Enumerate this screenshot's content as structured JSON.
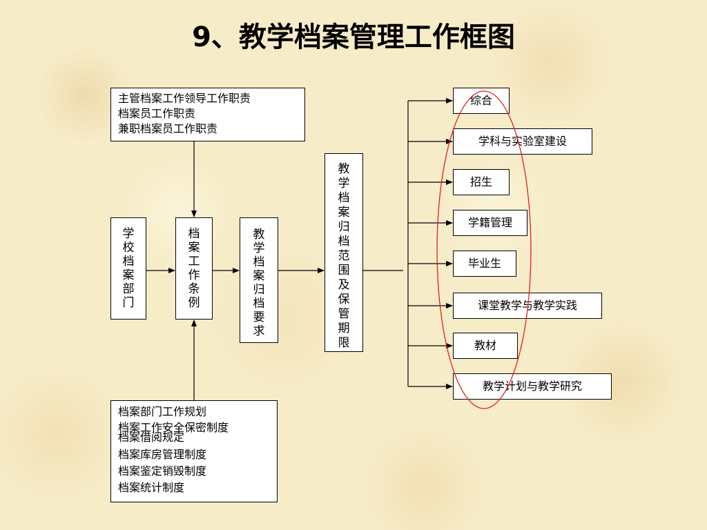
{
  "title": "9、教学档案管理工作框图",
  "responsibilities": [
    "主管档案工作领导工作职责",
    "档案员工作职责",
    "兼职档案员工作职责"
  ],
  "school_dept": "学校档案部门",
  "regulations": "档案工作条例",
  "requirements": "教学档案归档要求",
  "scope": "教学档案归档范围及保管期限",
  "rules": [
    "档案部门工作规划",
    "档案工作安全保密制度",
    "档案借阅规定",
    "档案库房管理制度",
    "档案鉴定销毁制度",
    "档案统计制度"
  ],
  "categories": [
    "综合",
    "学科与实验室建设",
    "招生",
    "学籍管理",
    "毕业生",
    "课堂教学与教学实践",
    "教材",
    "教学计划与教学研究"
  ],
  "colors": {
    "highlight_ellipse": "#e02020",
    "line": "#000000"
  }
}
